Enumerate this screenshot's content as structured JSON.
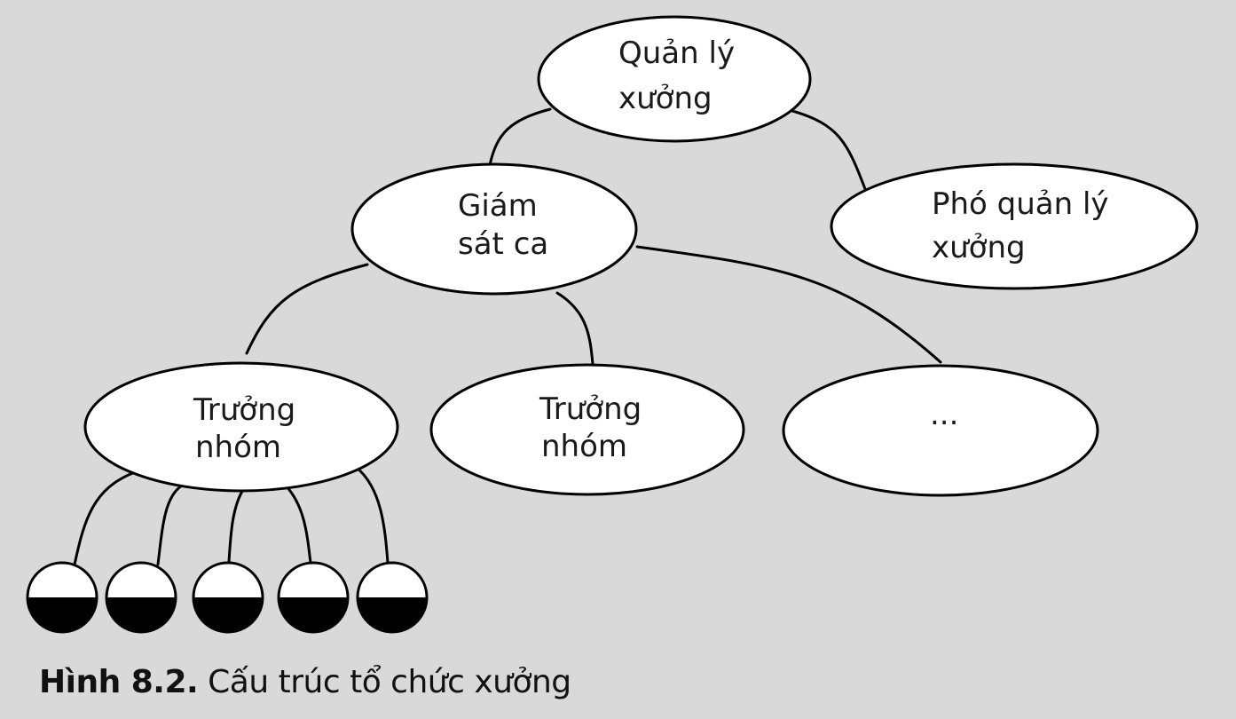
{
  "nodes": {
    "factory_manager": {
      "line1": "Quản lý",
      "line2": "xưởng"
    },
    "shift_supervisor": {
      "line1": "Giám",
      "line2": "sát ca"
    },
    "deputy_manager": {
      "line1": "Phó quản lý",
      "line2": "xưởng"
    },
    "team_leader_1": {
      "line1": "Trưởng",
      "line2": "nhóm"
    },
    "team_leader_2": {
      "line1": "Trưởng",
      "line2": "nhóm"
    },
    "more": {
      "line1": "..."
    }
  },
  "workers": {
    "count": 5
  },
  "caption": {
    "label": "Hình 8.2.",
    "text": "Cấu trúc tổ chức xưởng"
  }
}
